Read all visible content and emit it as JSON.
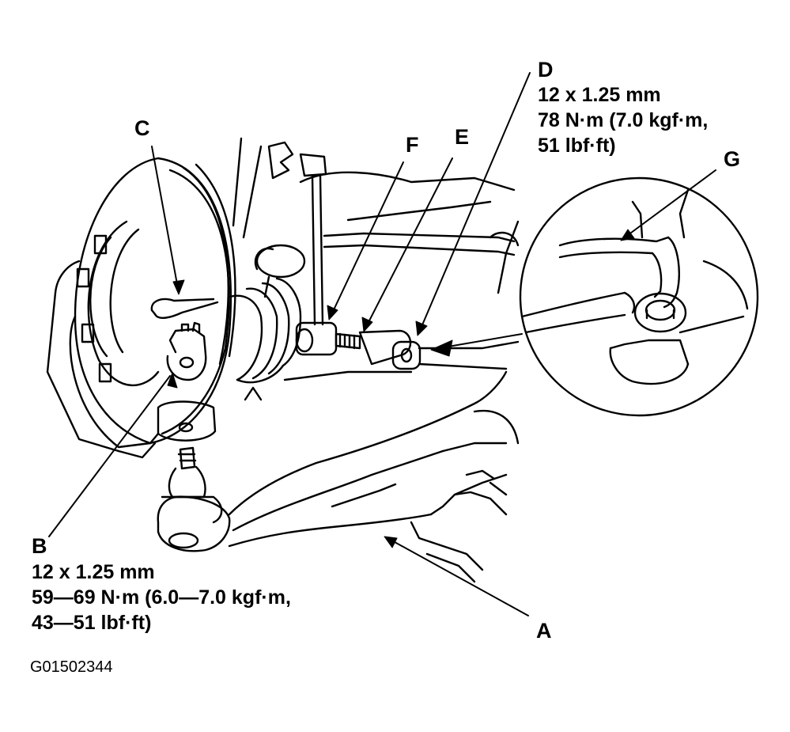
{
  "labels": {
    "A": "A",
    "B": "B",
    "C": "C",
    "D": "D",
    "E": "E",
    "F": "F",
    "G": "G"
  },
  "specs": {
    "B": {
      "size": "12 x 1.25 mm",
      "torque_line1": "59—69 N·m (6.0—7.0 kgf·m,",
      "torque_line2": "43—51 lbf·ft)"
    },
    "D": {
      "size": "12 x 1.25 mm",
      "torque_line1": "78 N·m (7.0 kgf·m,",
      "torque_line2": "51 lbf·ft)"
    }
  },
  "figure_code": "G01502344"
}
